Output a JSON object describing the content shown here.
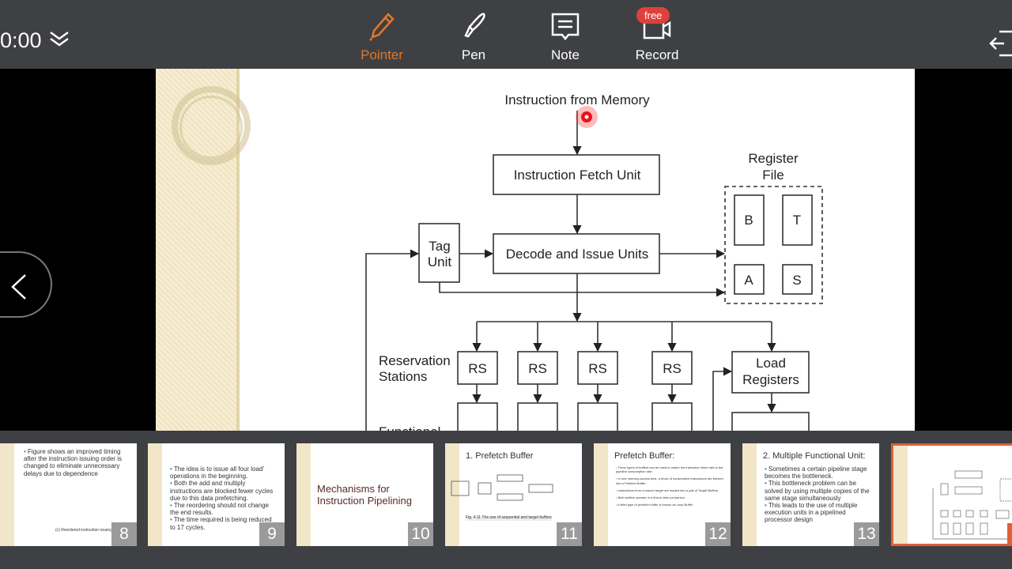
{
  "topbar": {
    "timer": "0:00",
    "tools": [
      {
        "label": "Pointer",
        "icon": "pointer-icon",
        "active": true
      },
      {
        "label": "Pen",
        "icon": "pen-icon"
      },
      {
        "label": "Note",
        "icon": "note-icon"
      },
      {
        "label": "Record",
        "icon": "record-icon",
        "badge": "free"
      }
    ],
    "accent": "#e0782a"
  },
  "slide": {
    "diagram": {
      "source": "Instruction from Memory",
      "fetch": "Instruction Fetch Unit",
      "decode": "Decode and Issue Units",
      "tag": [
        "Tag",
        "Unit"
      ],
      "register_file": [
        "Register",
        "File"
      ],
      "registers": [
        "B",
        "T",
        "A",
        "S"
      ],
      "reservation_label": [
        "Reservation",
        "Stations"
      ],
      "rs": [
        "RS",
        "RS",
        "RS",
        "RS"
      ],
      "load": [
        "Load",
        "Registers"
      ],
      "functional_label": "Functional"
    }
  },
  "thumbnails": [
    {
      "num": "8",
      "bullets": [
        "Figure  shows an improved timing after the instruction issuing order is changed to eliminate unnecessary delays due to dependence"
      ],
      "caption": "(c) Reordered instruction issuing"
    },
    {
      "num": "9",
      "bullets": [
        "The idea is to issue all four load' operations in the beginning.",
        "Both the add and multiply  instructions are blocked fewer cycles due to this data prefetching.",
        "The reordering should not change the end results.",
        "The time required is being reduced to 17 cycles."
      ]
    },
    {
      "num": "10",
      "title": "Mechanisms for Instruction Pipelining"
    },
    {
      "num": "11",
      "title": "1. Prefetch Buffer",
      "caption": "Fig. 4.11  The use of sequential and target buffers"
    },
    {
      "num": "12",
      "title": "Prefetch Buffer:",
      "bullets": [
        "Three types of buffers can be used to match the instruction fetch rate to the pipeline consumption rate",
        "In one memory-access time, a block of consecutive instructions are fetched into a Prefetch Buffer",
        "Instructions from a branch target are loaded into a pair of Target Buffers",
        "Both buffers operate in a first-in-first-out fashion",
        "A third type of prefetch buffer is known as Loop Buffer"
      ]
    },
    {
      "num": "13",
      "title": "2. Multiple Functional Unit:",
      "bullets": [
        "Sometimes a certain pipeline stage becomes the bottleneck.",
        "This bottleneck problem can be solved  by using multiple copies of the same stage simultaneously",
        "This leads to the use of multiple execution units in a pipelined processor design"
      ]
    },
    {
      "selected": true
    }
  ]
}
